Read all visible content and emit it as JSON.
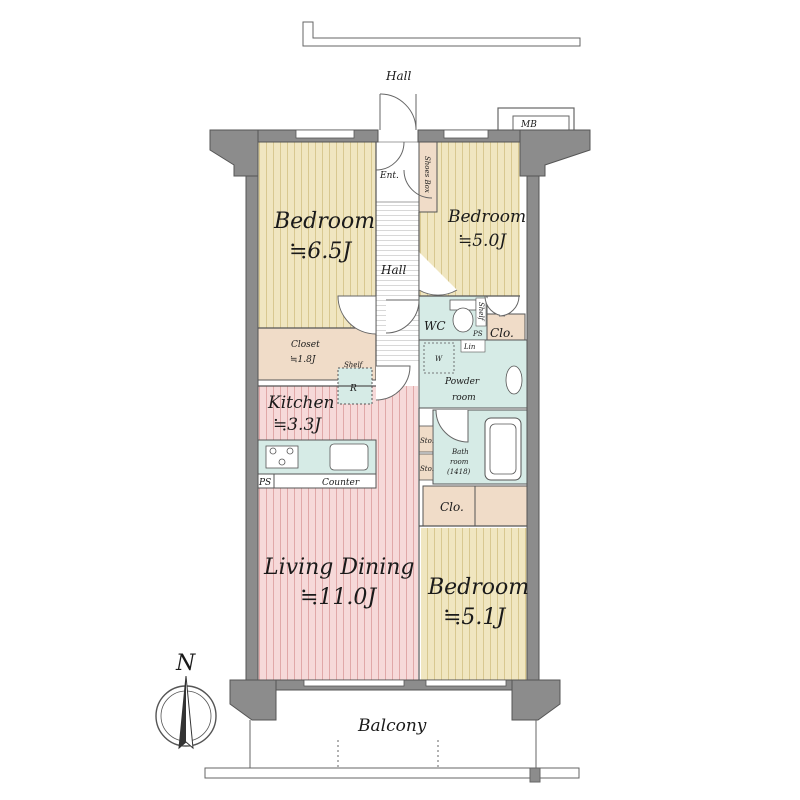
{
  "labels": {
    "hall_top": "Hall",
    "mb": "MB",
    "entrance": "Ent.",
    "shoes_box": "Shoes Box",
    "bedroom_nw_name": "Bedroom",
    "bedroom_nw_size": "≒6.5J",
    "bedroom_ne_name": "Bedroom",
    "bedroom_ne_size": "≒5.0J",
    "hall_mid": "Hall",
    "closet_name": "Closet",
    "closet_size": "≒1.8J",
    "shelf": "Shelf",
    "refrigerator": "R",
    "wc": "WC",
    "shelf_wc": "Shelf",
    "ps_small": "PS",
    "closet_ne": "Clo.",
    "linen": "Lin",
    "washer": "W",
    "powder_room_1": "Powder",
    "powder_room_2": "room",
    "kitchen_name": "Kitchen",
    "kitchen_size": "≒3.3J",
    "storage_1": "Sto.",
    "storage_2": "Sto.",
    "bath_1": "Bath",
    "bath_2": "room",
    "bath_3": "(1418)",
    "ps_counter": "PS",
    "counter": "Counter",
    "closet_se": "Clo.",
    "living_name": "Living Dining",
    "living_size": "≒11.0J",
    "bedroom_se_name": "Bedroom",
    "bedroom_se_size": "≒5.1J",
    "compass_n": "N",
    "balcony": "Balcony"
  },
  "colors": {
    "wall": "#8c8c8c",
    "bedroom_floor": "#f0e6c0",
    "bedroom_lines": "#d8c890",
    "living_floor": "#f6d9d9",
    "living_lines": "#e0a8a8",
    "wet_area": "#d6ebe6",
    "storage": "#f0dcc8",
    "outline": "#555555"
  }
}
